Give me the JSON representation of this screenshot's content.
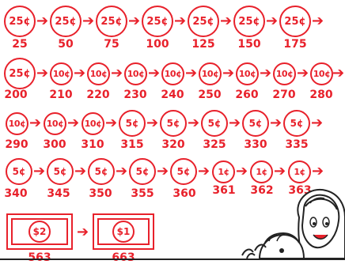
{
  "theme": {
    "accent": "#e8212b"
  },
  "rows": [
    {
      "coins": [
        "25¢",
        "25¢",
        "25¢",
        "25¢",
        "25¢",
        "25¢",
        "25¢"
      ],
      "totals": [
        "25",
        "50",
        "75",
        "100",
        "125",
        "150",
        "175"
      ]
    },
    {
      "coins": [
        "25¢",
        "10¢",
        "10¢",
        "10¢",
        "10¢",
        "10¢",
        "10¢",
        "10¢",
        "10¢"
      ],
      "totals": [
        "200",
        "210",
        "220",
        "230",
        "240",
        "250",
        "260",
        "270",
        "280"
      ]
    },
    {
      "coins": [
        "10¢",
        "10¢",
        "10¢",
        "5¢",
        "5¢",
        "5¢",
        "5¢",
        "5¢"
      ],
      "totals": [
        "290",
        "300",
        "310",
        "315",
        "320",
        "325",
        "330",
        "335"
      ]
    },
    {
      "coins": [
        "5¢",
        "5¢",
        "5¢",
        "5¢",
        "5¢",
        "1¢",
        "1¢",
        "1¢"
      ],
      "totals": [
        "340",
        "345",
        "350",
        "355",
        "360",
        "361",
        "362",
        "363"
      ]
    }
  ],
  "bills": [
    {
      "label": "$2",
      "total": "563"
    },
    {
      "label": "$1",
      "total": "663"
    }
  ],
  "arrow_glyph": "➔",
  "illustration": {
    "icon": "cartoon-children-icon"
  }
}
